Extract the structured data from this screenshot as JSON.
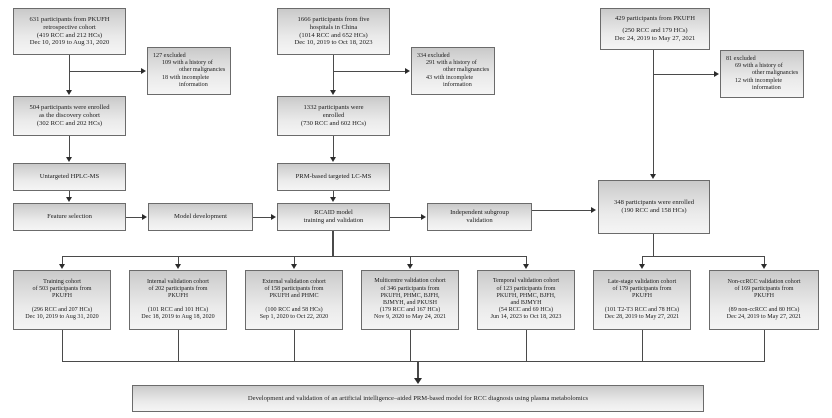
{
  "diagram": {
    "title": "CONSORT-style participant flow diagram for RCAID model development and validation",
    "colors": {
      "box_fill_top": "#c9c9c9",
      "box_fill_bottom": "#f5f5f5",
      "box_border": "#6b6b6b",
      "connector": "#4a4a4a",
      "text": "#1a1a1a"
    }
  },
  "sources": {
    "discovery": {
      "lines": [
        "631 participants from PKUFH",
        "retrospective cohort",
        "(419 RCC and 212 HCs)",
        "Dec 10, 2019 to Aug 31, 2020"
      ]
    },
    "multicentre": {
      "lines": [
        "1666 participants from five",
        "hospitals in China",
        "(1014 RCC and 652 HCs)",
        "Dec 10, 2019 to Oct 18, 2023"
      ]
    },
    "subgroup": {
      "lines": [
        "429 participants from PKUFH",
        "",
        "(250 RCC and 179 HCs)",
        "Dec 24, 2019 to May 27, 2021"
      ]
    }
  },
  "exclusions": {
    "discovery": {
      "lines": [
        "127 excluded",
        "109 with a history of",
        "other malignancies",
        "18 with incomplete",
        "information"
      ]
    },
    "multicentre": {
      "lines": [
        "334 excluded",
        "291 with a history of",
        "other malignancies",
        "43 with incomplete",
        "information"
      ]
    },
    "subgroup": {
      "lines": [
        "81 excluded",
        "69 with a history of",
        "other malignancies",
        "12 with incomplete",
        "information"
      ]
    }
  },
  "enrolled": {
    "discovery": {
      "lines": [
        "504 participants were enrolled",
        "as the discovery cohort",
        "(302 RCC and 202 HCs)"
      ]
    },
    "multicentre": {
      "lines": [
        "1332 participants were",
        "enrolled",
        "(730 RCC and 602 HCs)"
      ]
    },
    "subgroup": {
      "lines": [
        "348 participants were enrolled",
        "(190 RCC and 158 HCs)"
      ]
    }
  },
  "process": {
    "untargeted": {
      "lines": [
        "Untargeted HPLC-MS"
      ]
    },
    "targeted": {
      "lines": [
        "PRM-based targeted LC-MS"
      ]
    },
    "feature_selection": {
      "lines": [
        "Feature selection"
      ]
    },
    "model_development": {
      "lines": [
        "Model development"
      ]
    },
    "rcaid": {
      "lines": [
        "RCAID model",
        "training and validation"
      ]
    },
    "independent_subgroup": {
      "lines": [
        "Independent subgroup",
        "validation"
      ]
    }
  },
  "cohorts": [
    {
      "name": "training-cohort",
      "lines": [
        "Training cohort",
        "of 503 participants from",
        "PKUFH",
        "",
        "(296 RCC and 207 HCs)",
        "Dec 10, 2019 to Aug 31, 2020"
      ]
    },
    {
      "name": "internal-validation-cohort",
      "lines": [
        "Internal validation cohort",
        "of 202 participants from",
        "PKUFH",
        "",
        "(101 RCC and 101 HCs)",
        "Dec 18, 2019 to Aug 18, 2020"
      ]
    },
    {
      "name": "external-validation-cohort",
      "lines": [
        "External validation cohort",
        "of 158 participants from",
        "PKUFH and PHMC",
        "",
        "(100 RCC and 58 HCs)",
        "Sep 1, 2020 to  Oct 22, 2020"
      ]
    },
    {
      "name": "multicentre-validation-cohort",
      "lines": [
        "Multicentre validation cohort",
        "of 346 participants from",
        "PKUFH, PHMC, BJFH,",
        "BJMYH, and PKUSH",
        "(179 RCC and 167 HCs)",
        "Nov 9, 2020 to May 24, 2021"
      ]
    },
    {
      "name": "temporal-validation-cohort",
      "lines": [
        "Temporal validation cohort",
        "of 123 participants from",
        "PKUFH, PHMC, BJFH,",
        "and BJMYH",
        "(54 RCC and 69 HCs)",
        "Jun 14, 2023 to Oct 18, 2023"
      ]
    },
    {
      "name": "late-stage-validation-cohort",
      "lines": [
        "Late-stage validation cohort",
        "of 179 participants from",
        "PKUFH",
        "",
        "(101 T2-T3 RCC and 78 HCs)",
        "Dec 28, 2019 to May 27, 2021"
      ]
    },
    {
      "name": "non-ccrcc-validation-cohort",
      "lines": [
        "Non-ccRCC validation cohort",
        "of 169 participants from",
        "PKUFH",
        "",
        "(89 non-ccRCC and 80 HCs)",
        "Dec 24, 2019 to May 27, 2021"
      ]
    }
  ],
  "conclusion": {
    "text": "Development and validation of an artificial intelligence–aided PRM-based model for RCC diagnosis using plasma metabolomics"
  }
}
